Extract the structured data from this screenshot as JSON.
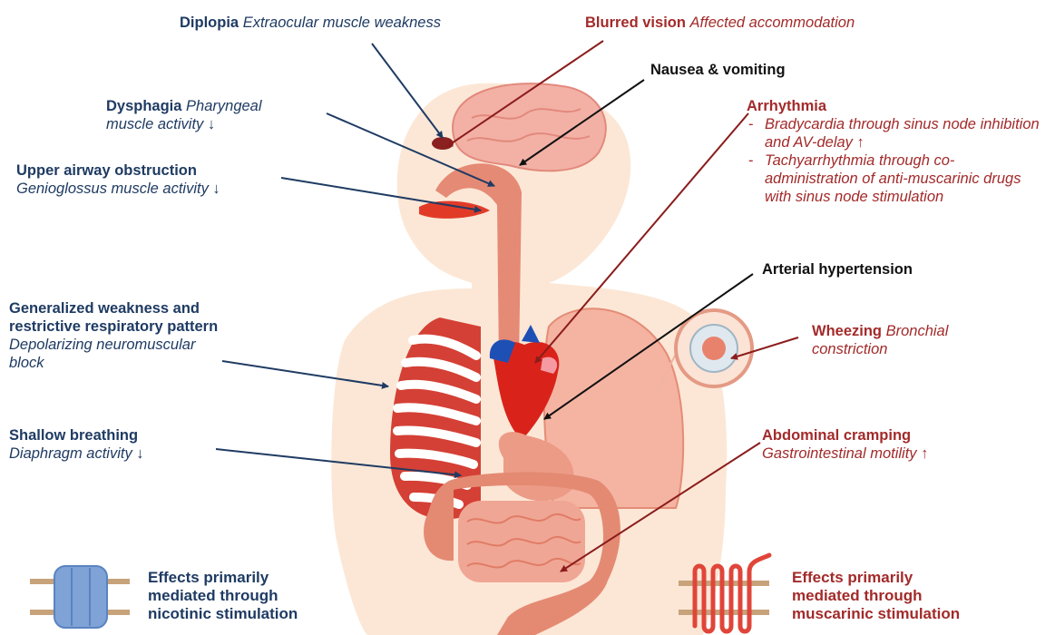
{
  "labels": {
    "diplopia": {
      "title": "Diplopia",
      "desc": "Extraocular muscle weakness"
    },
    "blurred_vision": {
      "title": "Blurred vision",
      "desc": "Affected accommodation"
    },
    "nausea": {
      "title": "Nausea & vomiting"
    },
    "dysphagia": {
      "title": "Dysphagia",
      "desc_line1": "Pharyngeal",
      "desc_line2": "muscle activity ↓"
    },
    "arrhythmia": {
      "title": "Arrhythmia",
      "items": [
        "Bradycardia through sinus node inhibition and AV-delay ↑",
        "Tachyarrhythmia through co-administration of anti-muscarinic drugs with sinus node stimulation"
      ]
    },
    "upper_airway": {
      "title": "Upper airway obstruction",
      "desc": "Genioglossus muscle activity ↓"
    },
    "hypertension": {
      "title": "Arterial hypertension"
    },
    "weakness": {
      "title_line1": "Generalized weakness and",
      "title_line2": "restrictive respiratory pattern",
      "desc_line1": "Depolarizing neuromuscular",
      "desc_line2": "block"
    },
    "wheezing": {
      "title": "Wheezing",
      "desc_line1": "Bronchial",
      "desc_line2": "constriction"
    },
    "shallow_breathing": {
      "title": "Shallow breathing",
      "desc": "Diaphragm activity ↓"
    },
    "abdominal_cramping": {
      "title": "Abdominal cramping",
      "desc": "Gastrointestinal motility ↑"
    }
  },
  "legend": {
    "nicotinic": [
      "Effects primarily",
      "mediated through",
      "nicotinic stimulation"
    ],
    "muscarinic": [
      "Effects primarily",
      "mediated through",
      "muscarinic stimulation"
    ]
  },
  "colors": {
    "nicotinic_text": "#1f3b63",
    "muscarinic_text": "#a32a2a",
    "body_skin": "#fbe5d3",
    "organ_salmon": "#e9927c",
    "heart_red": "#d9231a"
  },
  "icons": {
    "nicotinic": "nicotinic-receptor-icon",
    "muscarinic": "muscarinic-receptor-icon"
  }
}
